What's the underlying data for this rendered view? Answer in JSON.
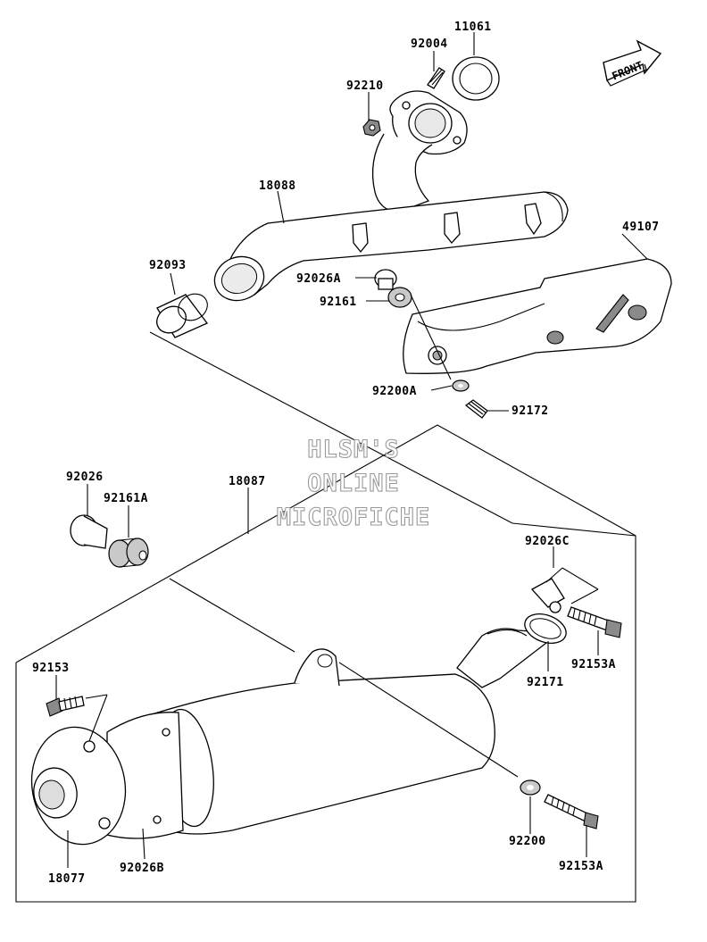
{
  "watermark": {
    "line1": "HLSM'S",
    "line2": "ONLINE",
    "line3": "MICROFICHE"
  },
  "front_indicator": {
    "label": "FRONT",
    "icon": "front-arrow-icon"
  },
  "part_labels": {
    "p11061": "11061",
    "p92004": "92004",
    "p92210": "92210",
    "p18088": "18088",
    "p49107": "49107",
    "p92093": "92093",
    "p92026A": "92026A",
    "p92161": "92161",
    "p92200A": "92200A",
    "p92172": "92172",
    "p92026": "92026",
    "p92161A": "92161A",
    "p18087": "18087",
    "p92026C": "92026C",
    "p92153": "92153",
    "p92153A_top": "92153A",
    "p92171": "92171",
    "p92200": "92200",
    "p92153A_bottom": "92153A",
    "p18077": "18077",
    "p92026B": "92026B"
  }
}
